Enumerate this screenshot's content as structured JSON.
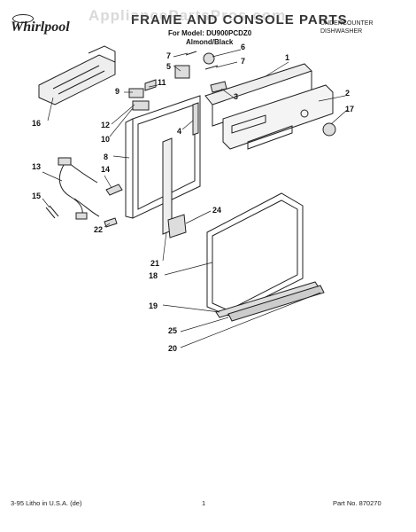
{
  "brand": "Whirlpool",
  "watermark": "AppliancePartsPros.com",
  "title": "FRAME AND CONSOLE PARTS",
  "model_line": "For Model: DU900PCDZ0",
  "color_line": "Almond/Black",
  "product_type": [
    "UNDERCOUNTER",
    "DISHWASHER"
  ],
  "callouts": [
    "1",
    "2",
    "3",
    "4",
    "5",
    "6",
    "7",
    "7",
    "8",
    "9",
    "10",
    "11",
    "12",
    "13",
    "14",
    "15",
    "16",
    "17",
    "18",
    "19",
    "20",
    "21",
    "22",
    "24",
    "25"
  ],
  "footer": {
    "left": "3-95 Litho in U.S.A. (de)",
    "center": "1",
    "right": "Part No. 870270"
  }
}
